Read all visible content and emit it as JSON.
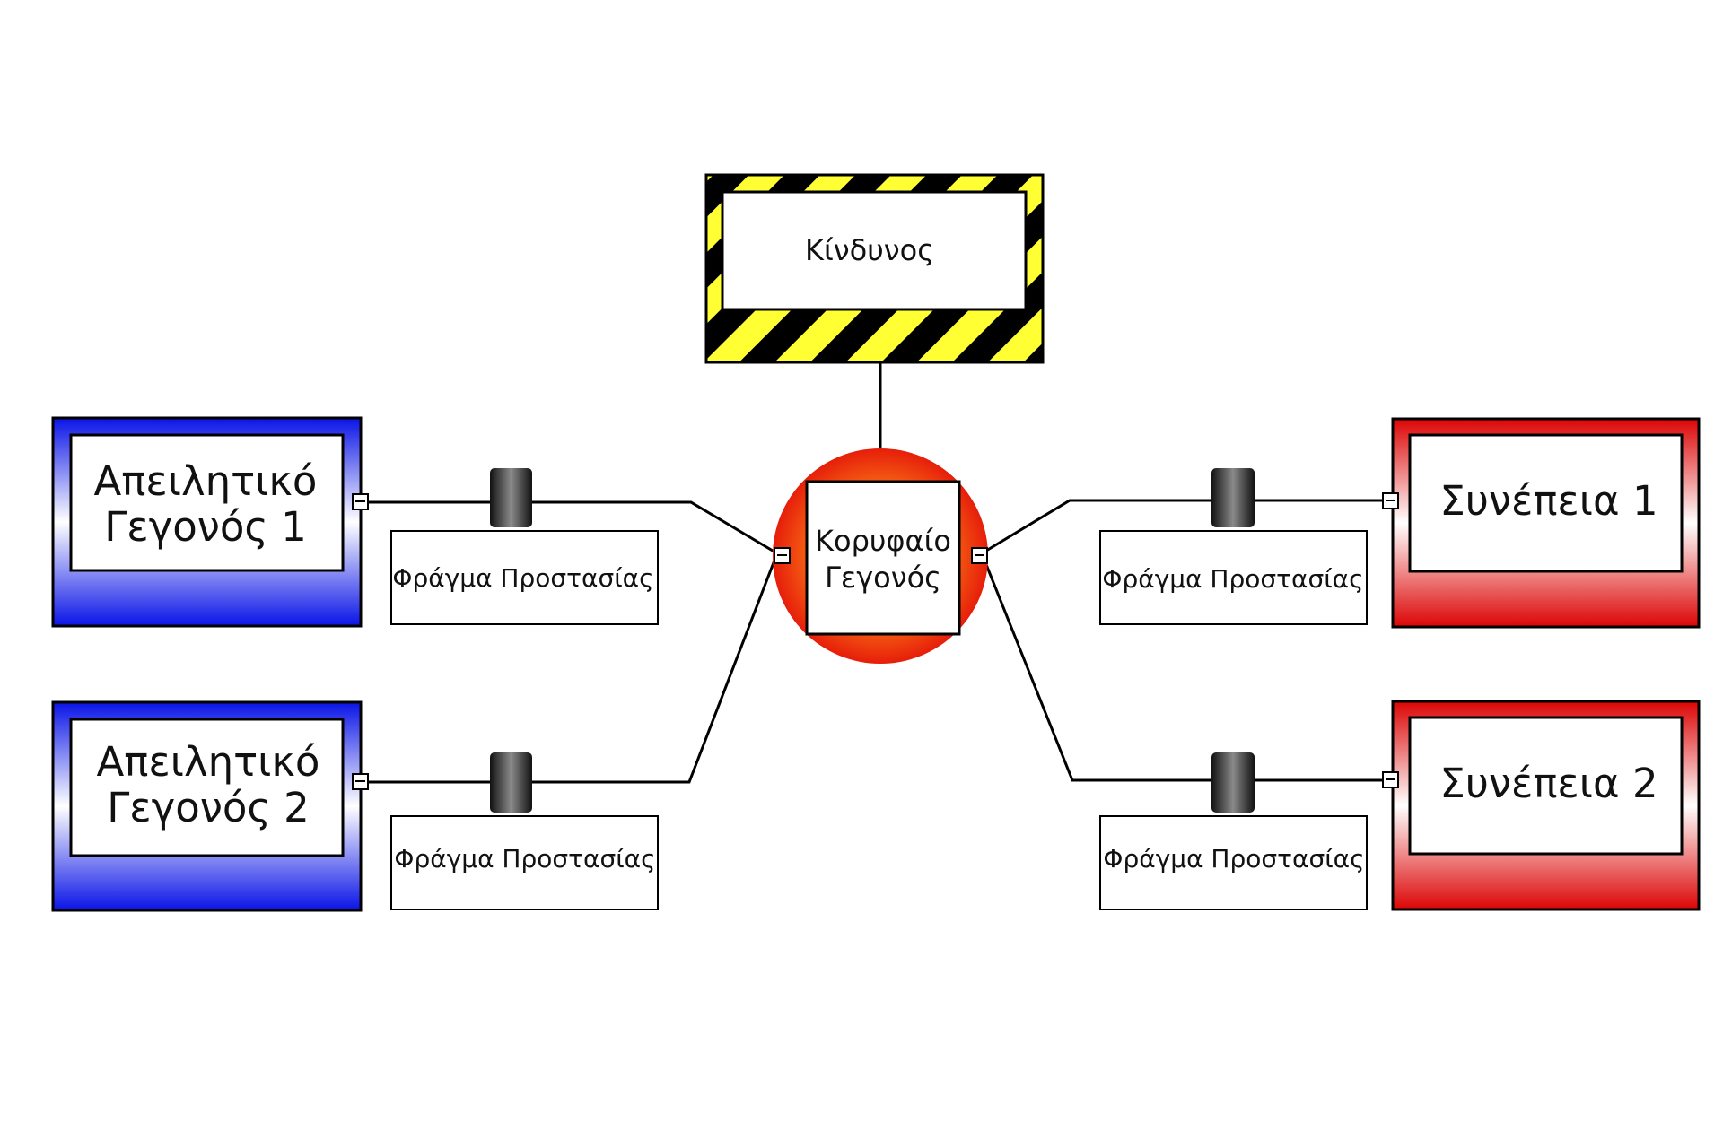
{
  "hazard": {
    "label": "Κίνδυνος"
  },
  "top_event": {
    "line1": "Κορυφαίο",
    "line2": "Γεγονός"
  },
  "threats": [
    {
      "line1": "Απειλητικό",
      "line2": "Γεγονός 1"
    },
    {
      "line1": "Απειλητικό",
      "line2": "Γεγονός 2"
    }
  ],
  "consequences": [
    {
      "label": "Συνέπεια 1"
    },
    {
      "label": "Συνέπεια 2"
    }
  ],
  "barriers": [
    {
      "label": "Φράγμα Προστασίας"
    },
    {
      "label": "Φράγμα Προστασίας"
    },
    {
      "label": "Φράγμα Προστασίας"
    },
    {
      "label": "Φράγμα Προστασίας"
    }
  ],
  "colors": {
    "threat_blue": "#0a14e6",
    "consequence_red": "#dc0505",
    "hazard_yellow": "#ffff33",
    "top_event_orange": "#ff8c1a",
    "top_event_red": "#e61e0a"
  }
}
